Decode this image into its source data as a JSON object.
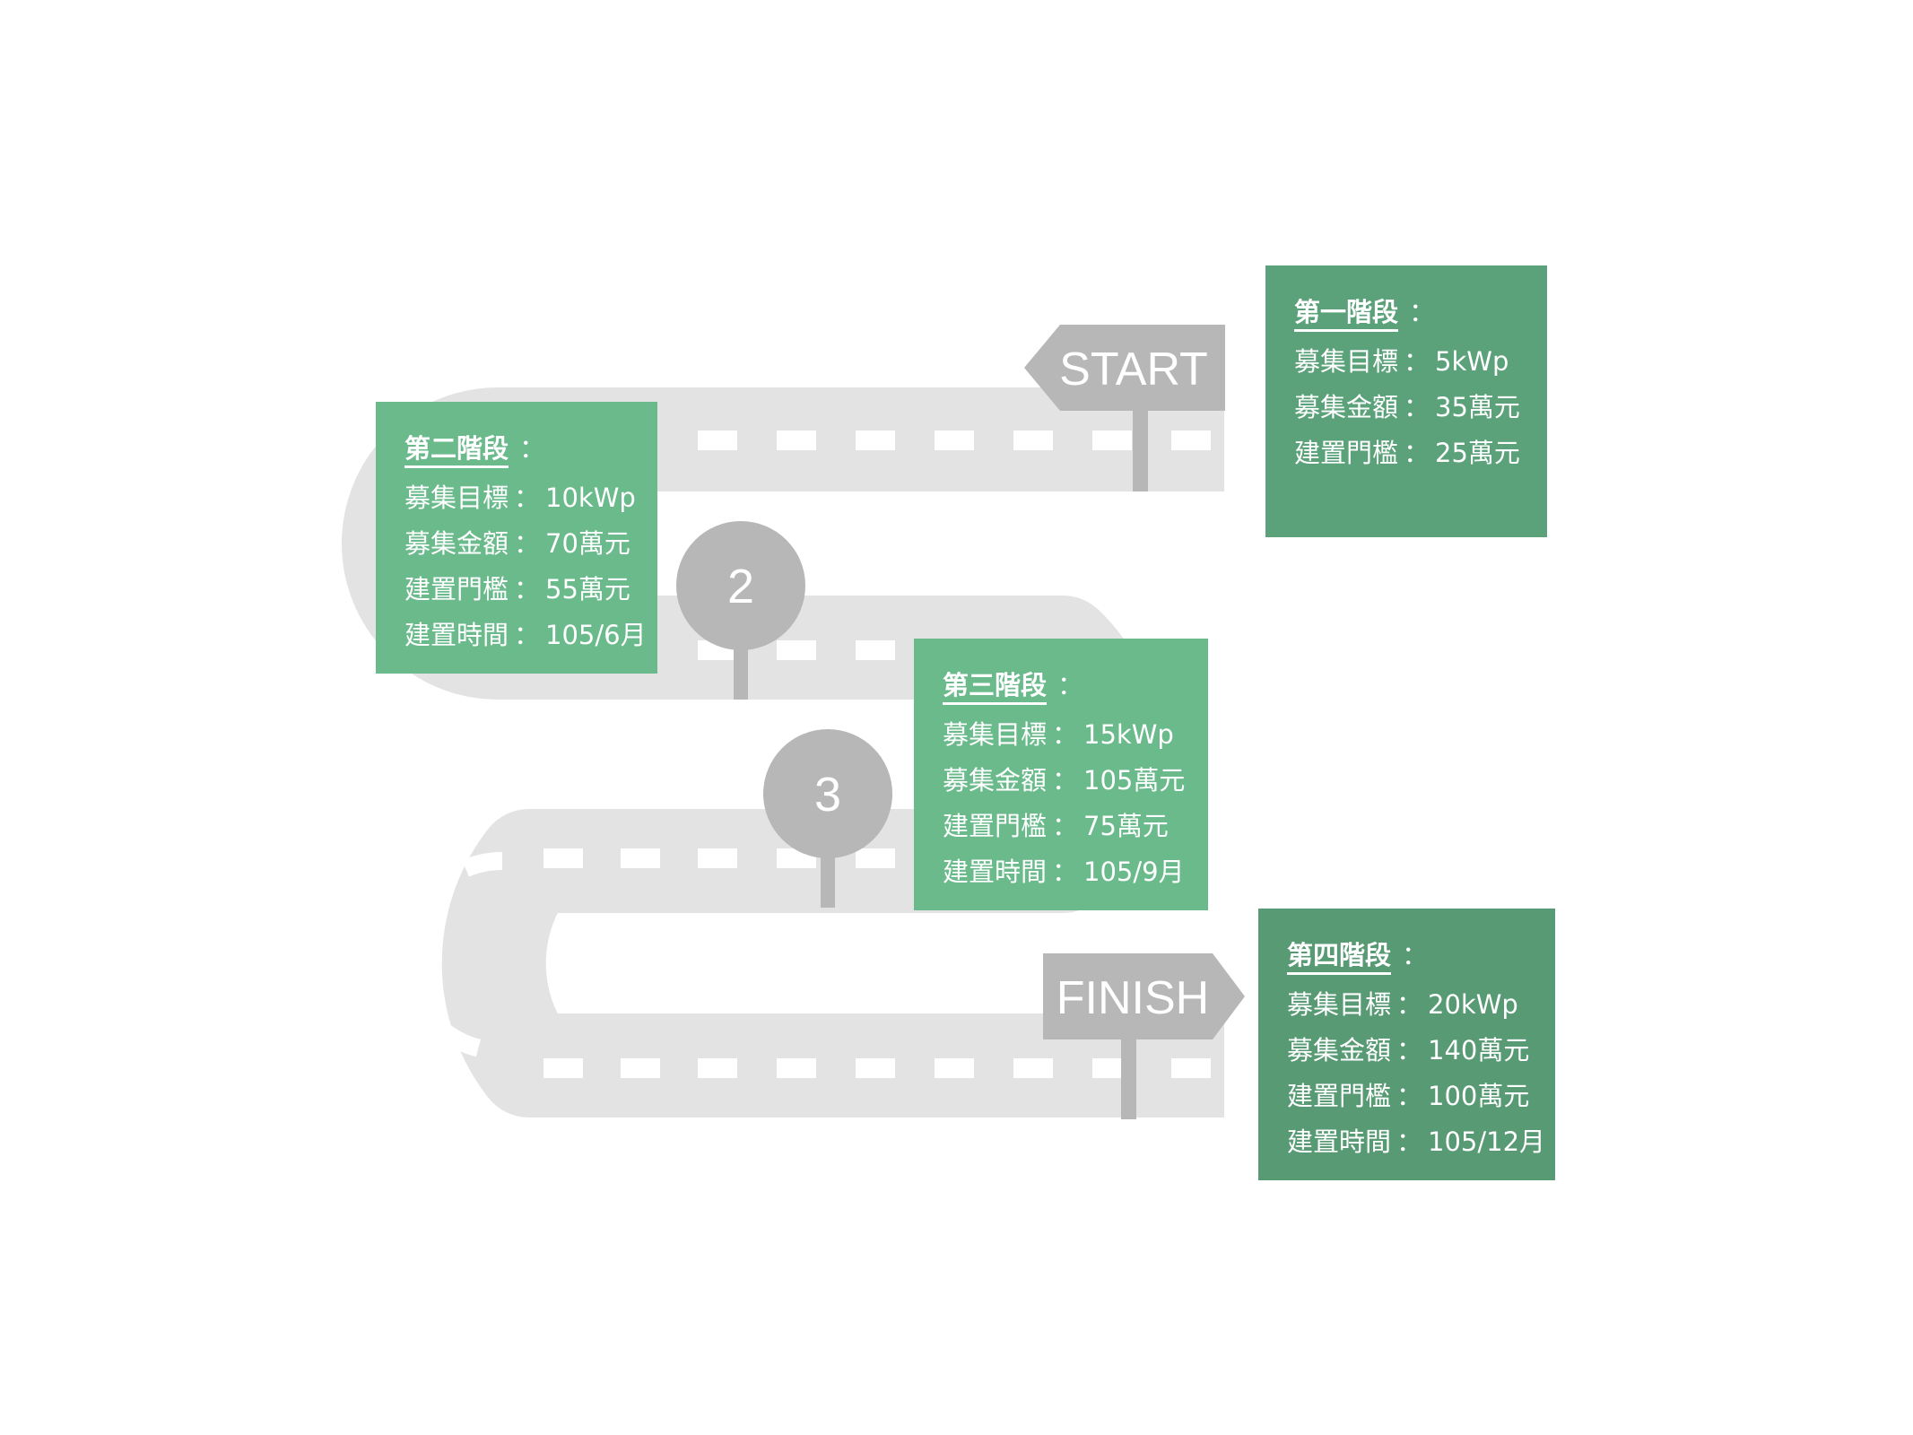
{
  "signs": {
    "start": "START",
    "finish": "FINISH"
  },
  "markers": [
    "2",
    "3"
  ],
  "colors": {
    "road": "#e3e3e3",
    "sign": "#b7b7b7",
    "stage_box_1": "#5ba27a",
    "stage_box_2": "#6aba8c",
    "stage_box_3": "#6aba8c",
    "stage_box_4": "#579a74"
  },
  "separator": "：",
  "stages": [
    {
      "title": "第一階段",
      "colon": "：",
      "rows": [
        {
          "label": "募集目標",
          "value": "5kWp"
        },
        {
          "label": "募集金額",
          "value": "35萬元"
        },
        {
          "label": "建置門檻",
          "value": "25萬元"
        }
      ]
    },
    {
      "title": "第二階段",
      "colon": "：",
      "rows": [
        {
          "label": "募集目標",
          "value": "10kWp"
        },
        {
          "label": "募集金額",
          "value": "70萬元"
        },
        {
          "label": "建置門檻",
          "value": "55萬元"
        },
        {
          "label": "建置時間",
          "value": "105/6月"
        }
      ]
    },
    {
      "title": "第三階段",
      "colon": "：",
      "rows": [
        {
          "label": "募集目標",
          "value": "15kWp"
        },
        {
          "label": "募集金額",
          "value": "105萬元"
        },
        {
          "label": "建置門檻",
          "value": "75萬元"
        },
        {
          "label": "建置時間",
          "value": "105/9月"
        }
      ]
    },
    {
      "title": "第四階段",
      "colon": "：",
      "rows": [
        {
          "label": "募集目標",
          "value": "20kWp"
        },
        {
          "label": "募集金額",
          "value": "140萬元"
        },
        {
          "label": "建置門檻",
          "value": "100萬元"
        },
        {
          "label": "建置時間",
          "value": "105/12月"
        }
      ]
    }
  ]
}
